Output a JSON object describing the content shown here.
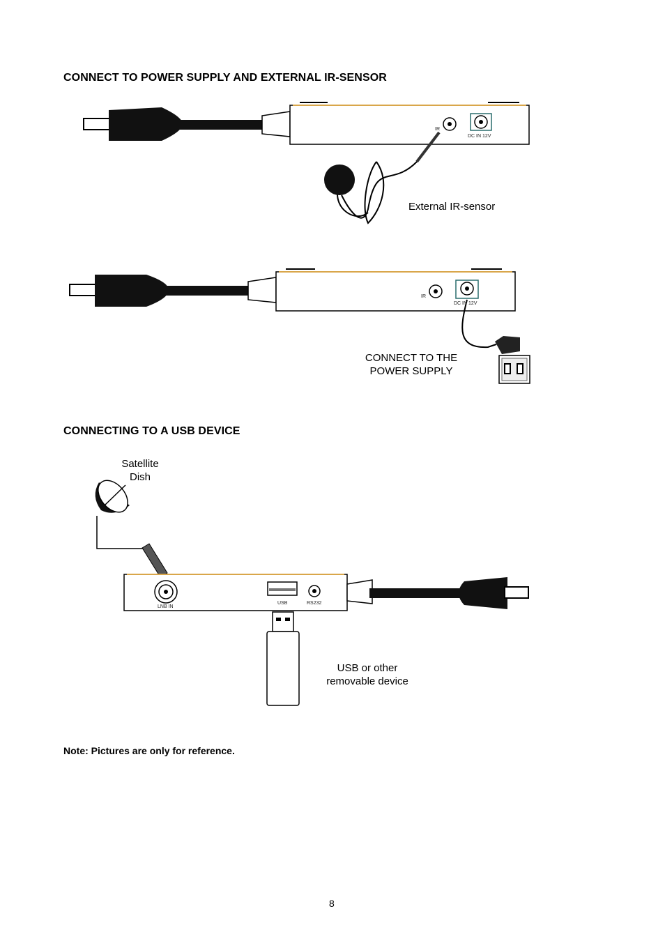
{
  "section1": {
    "heading": "CONNECT TO POWER SUPPLY AND EXTERNAL IR-SENSOR",
    "diagram1": {
      "port_ir": "IR",
      "port_dc": "DC IN 12V",
      "callout": "External IR-sensor"
    },
    "diagram2": {
      "port_ir": "IR",
      "port_dc": "DC IN 12V",
      "callout_line1": "CONNECT TO THE",
      "callout_line2": "POWER SUPPLY"
    }
  },
  "section2": {
    "heading": "CONNECTING TO A USB DEVICE",
    "dish_line1": "Satellite",
    "dish_line2": "Dish",
    "port_lnb": "LNB  IN",
    "port_usb": "USB",
    "port_rs232": "RS232",
    "callout_line1": "USB or other",
    "callout_line2": "removable device"
  },
  "note": "Note: Pictures are only for reference.",
  "page_number": "8"
}
